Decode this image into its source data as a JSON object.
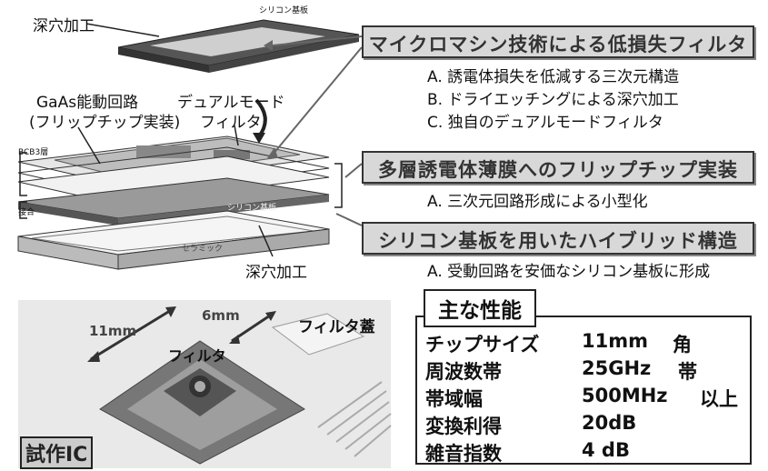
{
  "diagram": {
    "label_deep_hole_top": "深穴加工",
    "label_silicon_substrate": "シリコン基板",
    "label_gaas": "GaAs能動回路",
    "label_flipchip": "(フリップチップ実装)",
    "label_dual_mode_1": "デュアルモード",
    "label_dual_mode_2": "フィルタ",
    "label_bcb": "BCB3層",
    "label_bond": "接合",
    "label_deep_hole_bottom": "深穴加工",
    "layer_silicon_text": "シリコン基板",
    "layer_ceramic_text": "セラミック"
  },
  "features": [
    {
      "title": "マイクロマシン技術による低損失フィルタ",
      "items": [
        "A. 誘電体損失を低減する三次元構造",
        "B. ドライエッチングによる深穴加工",
        "C. 独自のデュアルモードフィルタ"
      ]
    },
    {
      "title": "多層誘電体薄膜へのフリップチップ実装",
      "items": [
        "A. 三次元回路形成による小型化"
      ]
    },
    {
      "title": "シリコン基板を用いたハイブリッド構造",
      "items": [
        "A. 受動回路を安価なシリコン基板に形成"
      ]
    }
  ],
  "photo": {
    "dim_11mm": "11mm",
    "dim_6mm": "6mm",
    "filter_lid": "フィルタ蓋",
    "filter": "フィルタ",
    "caption": "試作IC"
  },
  "specs": {
    "title": "主な性能",
    "rows": [
      {
        "name": "チップサイズ",
        "value": "11mm",
        "unit": "角"
      },
      {
        "name": "周波数帯",
        "value": "25GHz",
        "unit": "帯"
      },
      {
        "name": "帯域幅",
        "value": "500MHz",
        "unit": "以上"
      },
      {
        "name": "変換利得",
        "value": "20dB",
        "unit": ""
      },
      {
        "name": "雑音指数",
        "value": "4 dB",
        "unit": ""
      }
    ]
  }
}
